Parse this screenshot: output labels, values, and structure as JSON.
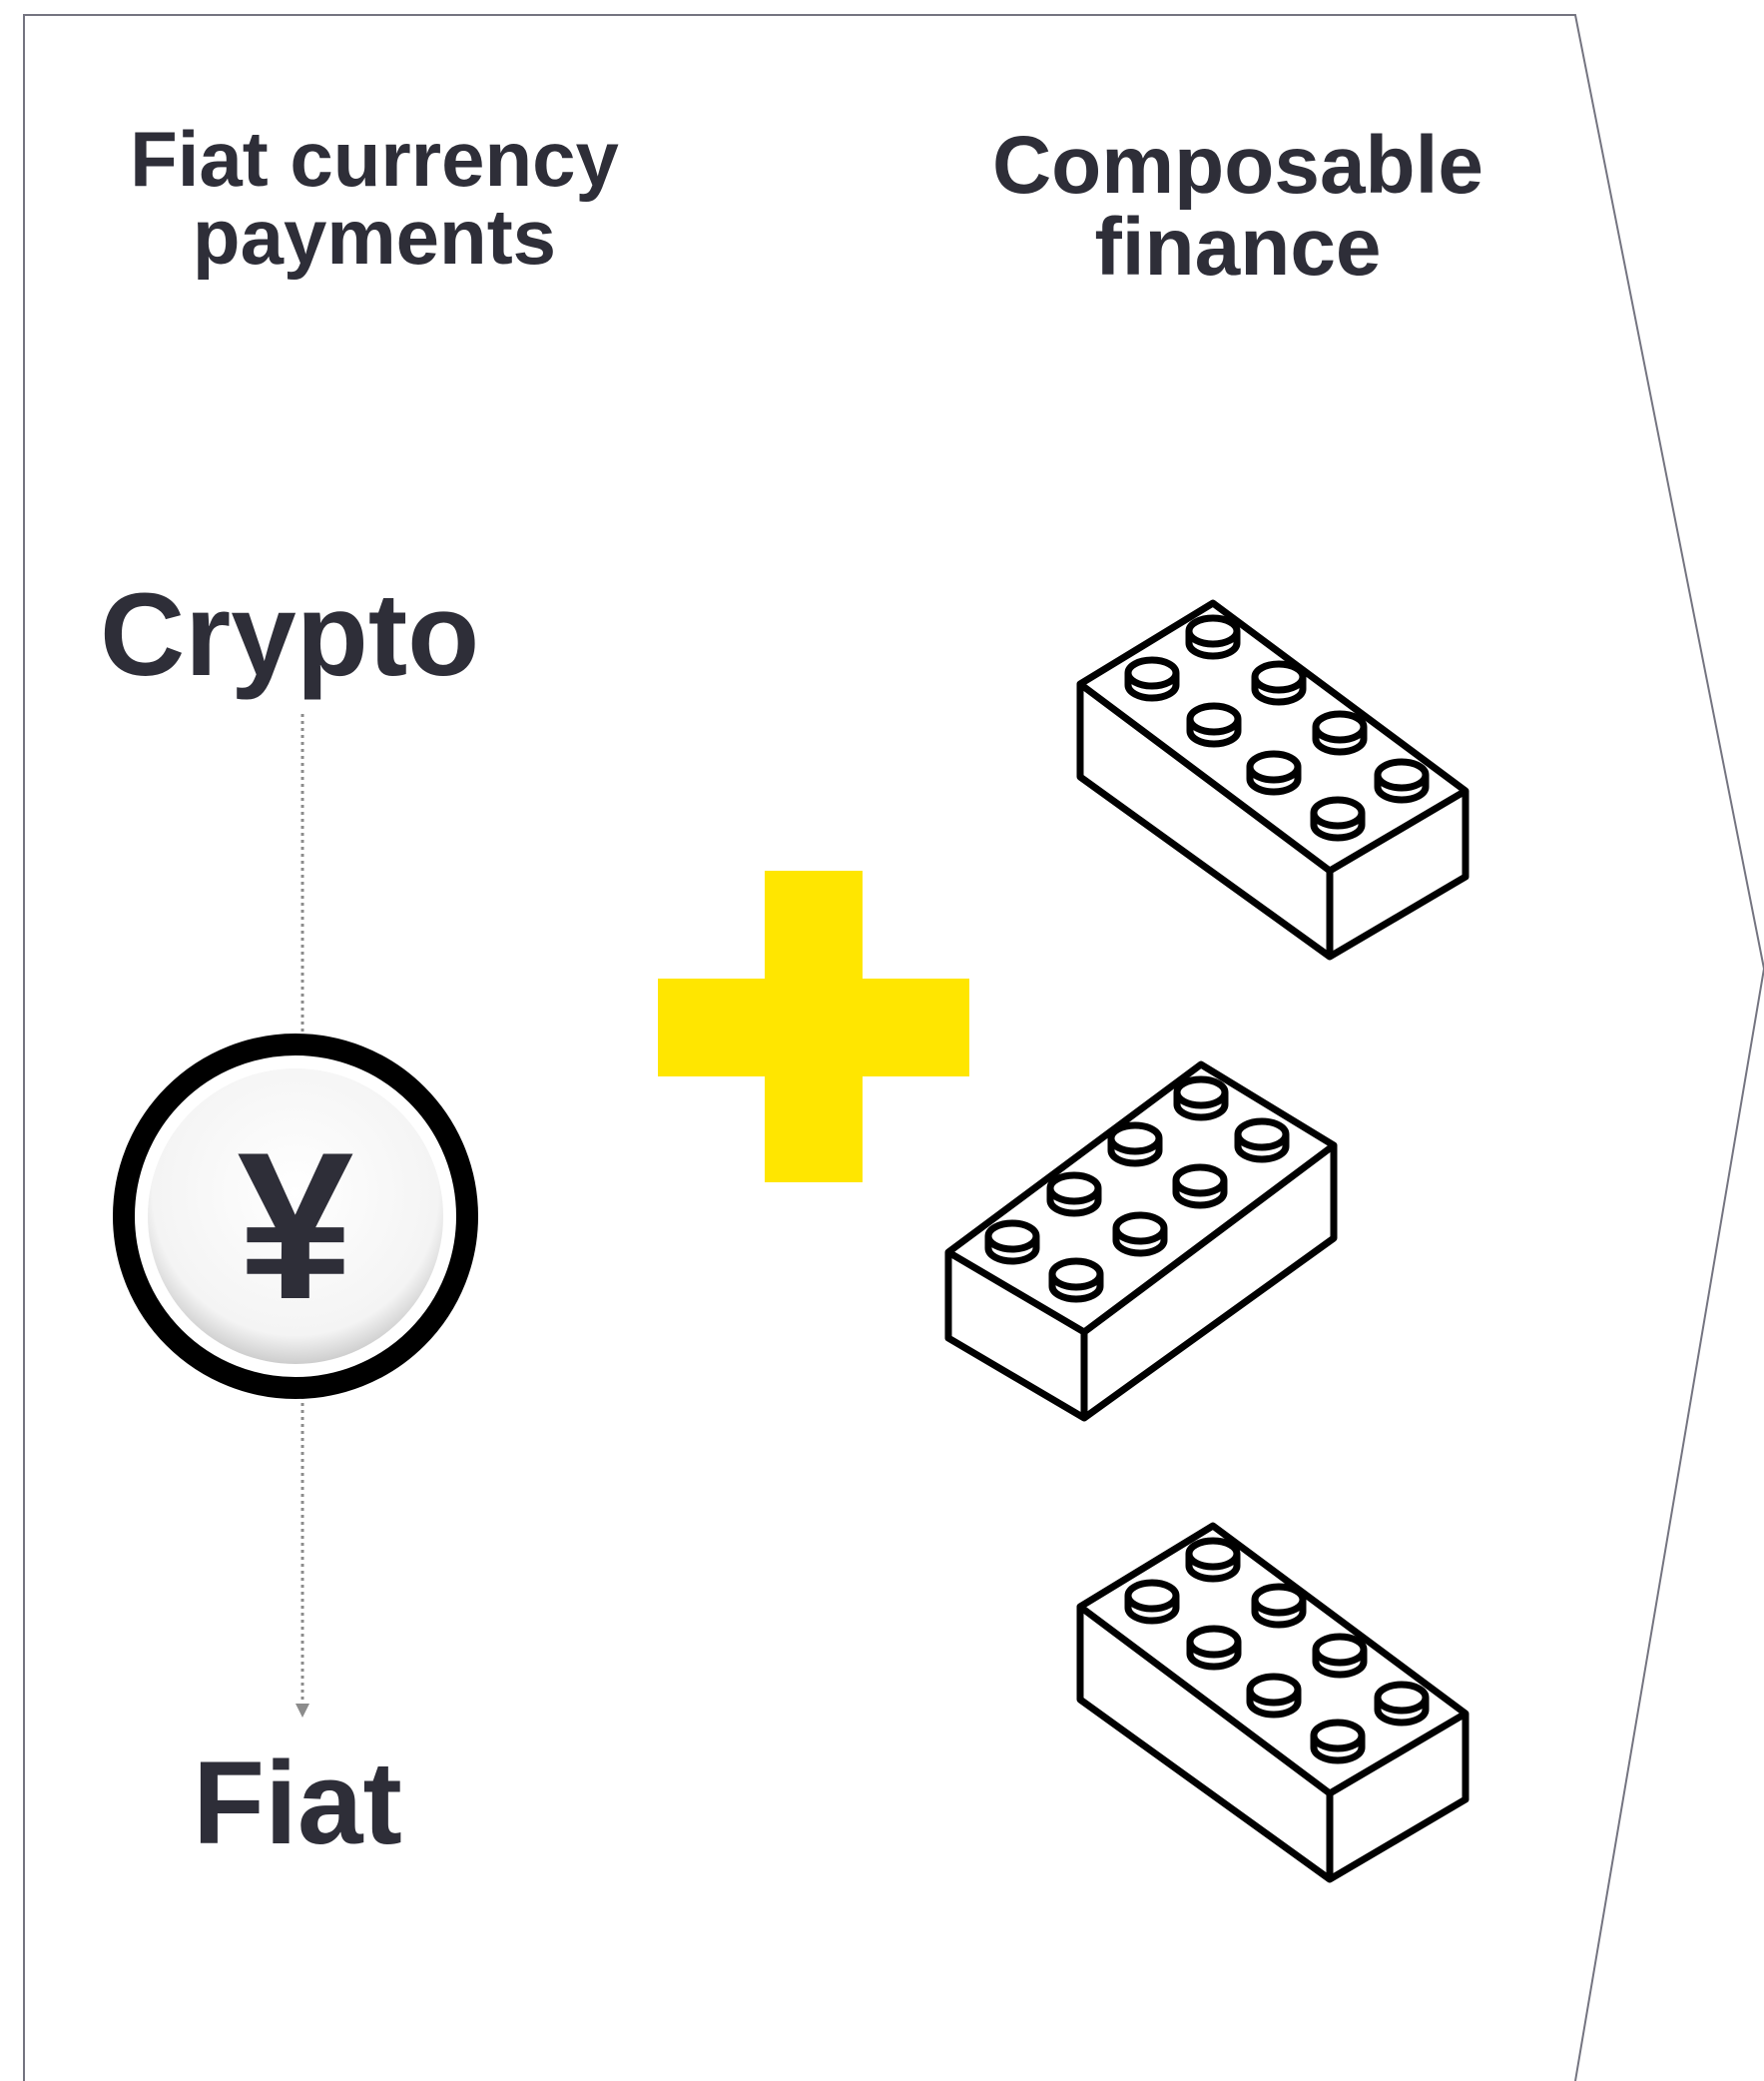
{
  "headings": {
    "left": [
      "Fiat currency",
      "payments"
    ],
    "right": [
      "Composable",
      "finance"
    ]
  },
  "flow": {
    "from": "Crypto",
    "to": "Fiat",
    "currency_symbol": "¥"
  },
  "icons": {
    "coin": "yen-coin-icon",
    "plus": "plus-icon",
    "blocks": [
      "lego-brick-icon",
      "lego-brick-icon",
      "lego-brick-icon"
    ]
  },
  "colors": {
    "text": "#2e2e38",
    "accent": "#ffe600",
    "frame": "#747480"
  }
}
